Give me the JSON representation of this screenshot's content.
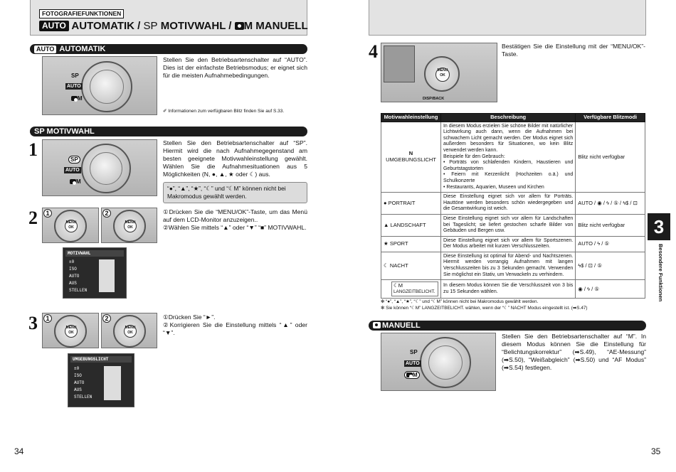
{
  "left": {
    "header_tag": "FOTOGRAFIEFUNKTIONEN",
    "title": {
      "auto_mode": "AUTO",
      "auto_label": "AUTOMATIK",
      "sep1": " / ",
      "sp_mode": "SP",
      "sp_label": " MOTIVWAHL",
      "sep2": " / ",
      "manual_mode": "M",
      "manual_label": " MANUELL"
    },
    "automatik": {
      "bar_mode": "AUTO",
      "bar_label": "AUTOMATIK",
      "text": "Stellen Sie den Betriebsartenschalter auf “AUTO”. Dies ist der einfachste Betriebsmodus; er eignet sich für die meisten Aufnahmebedingungen.",
      "note": "Informationen zum verfügbaren Blitz finden Sie auf S.33.",
      "dial_sp": "SP",
      "dial_auto": "AUTO",
      "dial_m": "M"
    },
    "motivwahl": {
      "bar_label": "SP MOTIVWAHL",
      "step1_num": "1",
      "step1_text": "Stellen Sie den Betriebsartenschalter auf “SP”. Hiermit wird die nach Aufnahmegegenstand am besten geeignete Motivwahleinstellung gewählt. Wählen Sie die Aufnahmesituationen aus 5 Möglichkeiten (N, ●, ▲, ★ oder ☾) aus.",
      "step1_note": "“●”, “▲”, “★”, “☾” und “☾M” können nicht bei Makromodus gewählt werden.",
      "step2_num": "2",
      "step2_text1": "①Drücken Sie die “MENU/OK”-Taste, um das Menü auf dem LCD-Monitor anzuzeigen..",
      "step2_text2": "②Wählen Sie mittels “▲” oder “▼” “■” MOTIVWAHL.",
      "step3_num": "3",
      "step3_text1": "①Drücken Sie “►”.",
      "step3_text2": "②Korrigieren Sie die Einstellung mittels “▲” oder “▼”.",
      "circ1": "1",
      "circ2": "2",
      "menu_ok": "MENU OK",
      "lcd1_title": "MOTIVWAHL",
      "lcd1_items": [
        "±0",
        "ISO",
        "AUTO",
        "AUS",
        "STELLEN"
      ],
      "lcd2_title": "UMGEBUNGSLICHT",
      "lcd2_items": [
        "±0",
        "ISO",
        "AUTO",
        "AUS",
        "STELLEN"
      ]
    },
    "page_number": "34"
  },
  "right": {
    "step4_num": "4",
    "step4_text": "Bestätigen Sie die Einstellung mit der “MENU/OK”-Taste.",
    "disp_back": "DISP/BACK",
    "table": {
      "headers": [
        "Motivwahleinstellung",
        "Beschreibung",
        "Verfügbare Blitzmodi"
      ],
      "rows": [
        {
          "name": "UMGEBUNGSLICHT",
          "icon": "N",
          "desc": "In diesem Modus erzielen Sie schöne Bilder mit natürlicher Lichtwirkung auch dann, wenn die Aufnahmen bei schwachem Licht gemacht werden. Der Modus eignet sich außerdem besonders für Situationen, wo kein Blitz verwendet werden kann.",
          "desc_intro": "Beispiele für den Gebrauch:",
          "bullets": [
            "Porträts von schlafenden Kindern, Haustieren und Geburtstagstorten",
            "Feiern mit Kerzenlicht (Hochzeiten o.ä.) und Schulkonzerte",
            "Restaurants, Aquarien, Museen und Kirchen"
          ],
          "flash": "Blitz nicht verfügbar"
        },
        {
          "name": "PORTRAIT",
          "icon": "●",
          "desc": "Diese Einstellung eignet sich vor allem für Porträts. Hauttöne werden besonders schön wiedergegeben und die Gesamtwirkung ist weich.",
          "flash": "AUTO / ◉ / ϟ / ⑤ / ϟ$ / ⊡"
        },
        {
          "name": "LANDSCHAFT",
          "icon": "▲",
          "desc": "Diese Einstellung eignet sich vor allem für Landschaften bei Tageslicht; sie liefert gestochen scharfe Bilder von Gebäuden und Bergen usw.",
          "flash": "Blitz nicht verfügbar"
        },
        {
          "name": "SPORT",
          "icon": "★",
          "desc": "Diese Einstellung eignet sich vor allem für Sportszenen. Der Modus arbeitet mit kurzen Verschlusszeiten.",
          "flash": "AUTO / ϟ / ⑤"
        },
        {
          "name": "NACHT",
          "icon": "☾",
          "desc": "Diese Einstellung ist optimal für Abend- und Nachtszenen. Hiermit werden vorrangig Aufnahmen mit langen Verschlusszeiten bis zu 3 Sekunden gemacht. Verwenden Sie möglichst ein Stativ, um Verwackeln zu verhindern.",
          "flash": "ϟ$ / ⊡ / ⑤"
        },
        {
          "name": "LANGZEITBELICHT.",
          "icon": "☾M",
          "desc": "In diesem Modus können Sie die Verschlusszeit von 3 bis zu 15 Sekunden wählen.",
          "flash": "◉ / ϟ / ⑤"
        }
      ]
    },
    "footnote1": "✻ “●”, “▲”, “★”, “☾” und “☾M” können nicht bei Makromodus gewählt werden.",
    "footnote2": "✻ Sie können “☾M” LANGZEITBELICHT. wählen, wenn der “☾” NACHT Modus eingestellt ist. (➡S.47)",
    "manuell": {
      "bar_label": "MANUELL",
      "text": "Stellen Sie den Betriebsartenschalter auf “M”. In diesem Modus können Sie die Einstellung für “Belichtungskorrektur” (➡S.49), “AE-Messung” (➡S.50), “Weißabgleich” (➡S.50) und “AF Modus” (➡S.54) festlegen.",
      "dial_sp": "SP",
      "dial_auto": "AUTO",
      "dial_m": "M"
    },
    "tab_number": "3",
    "side_label": "Besondere Funktionen",
    "page_number": "35"
  }
}
